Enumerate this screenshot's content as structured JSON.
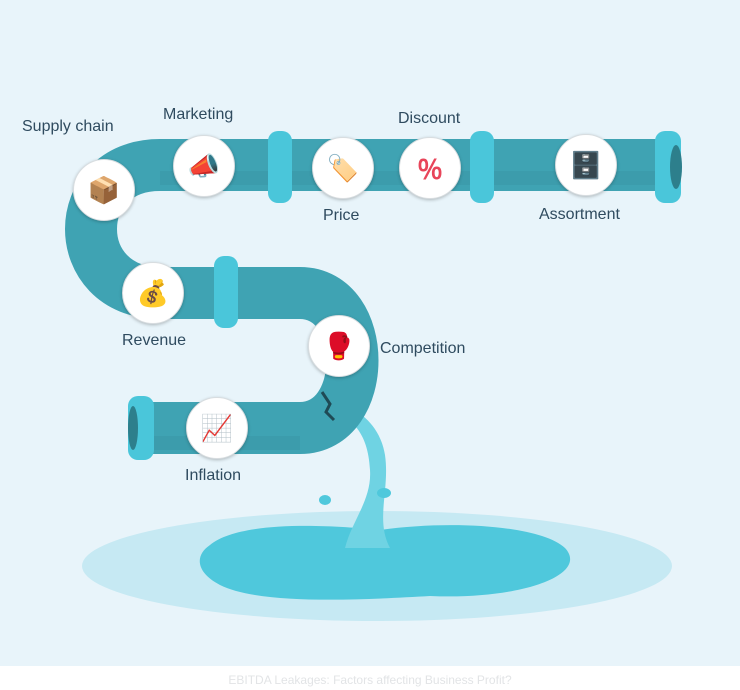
{
  "title": "EBITDA Leakages: Factors affecting Business Profit?",
  "factors": [
    {
      "label": "Supply chain",
      "icon": "supply-chain-icon",
      "glyph": "📦"
    },
    {
      "label": "Marketing",
      "icon": "marketing-icon",
      "glyph": "📣"
    },
    {
      "label": "Price",
      "icon": "price-tag-icon",
      "glyph": "🏷️"
    },
    {
      "label": "Discount",
      "icon": "discount-tag-icon",
      "glyph": "％"
    },
    {
      "label": "Assortment",
      "icon": "shelves-icon",
      "glyph": "🗄️"
    },
    {
      "label": "Revenue",
      "icon": "revenue-coins-icon",
      "glyph": "💰"
    },
    {
      "label": "Competition",
      "icon": "competition-icon",
      "glyph": "🥊"
    },
    {
      "label": "Inflation",
      "icon": "inflation-icon",
      "glyph": "📈"
    }
  ],
  "colors": {
    "pipe": "#3fa3b3",
    "joint": "#4ac6da",
    "water": "#52cde0",
    "puddle": "#c6e9f3"
  }
}
